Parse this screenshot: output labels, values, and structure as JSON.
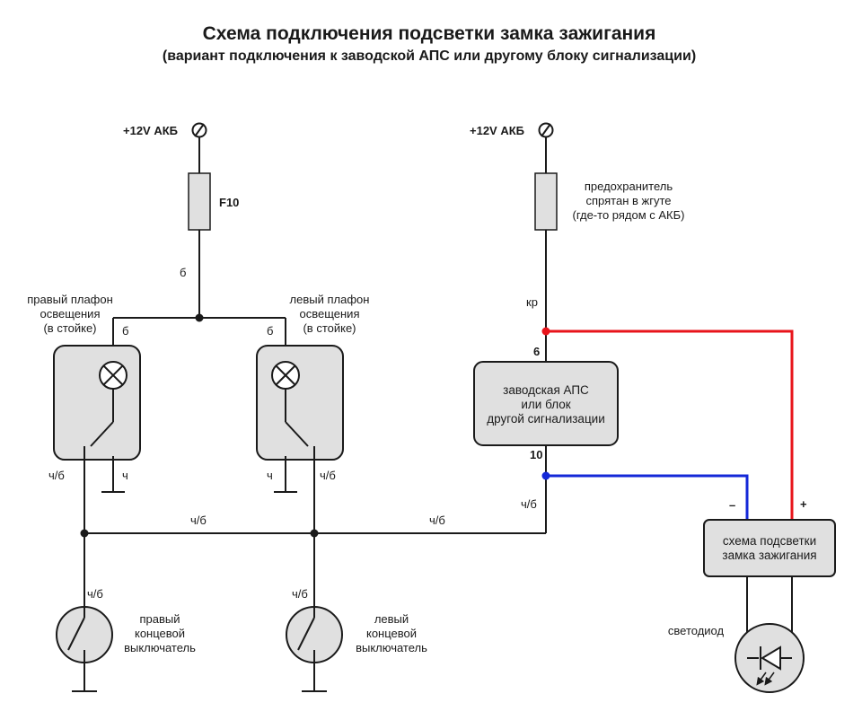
{
  "title": "Схема подключения подсветки замка зажигания",
  "subtitle": "(вариант подключения к заводской АПС или другому блоку сигнализации)",
  "colors": {
    "positive_wire": "#e8141b",
    "negative_wire": "#1428d8",
    "wire": "#1a1a1a",
    "box_fill": "#e0e0e0"
  },
  "left_circuit": {
    "power_label": "+12V АКБ",
    "fuse_label": "F10",
    "wire_after_fuse": "б",
    "right_lamp": {
      "label_lines": [
        "правый плафон",
        "освещения",
        "(в стойке)"
      ],
      "top_wire": "б",
      "bottom_left_wire": "ч/б",
      "bottom_right_wire": "ч"
    },
    "left_lamp": {
      "label_lines": [
        "левый плафон",
        "освещения",
        "(в стойке)"
      ],
      "top_wire": "б",
      "bottom_left_wire": "ч",
      "bottom_right_wire": "ч/б"
    },
    "bus_labels": [
      "ч/б",
      "ч/б"
    ],
    "right_switch": {
      "wire": "ч/б",
      "label_lines": [
        "правый",
        "концевой",
        "выключатель"
      ]
    },
    "left_switch": {
      "wire": "ч/б",
      "label_lines": [
        "левый",
        "концевой",
        "выключатель"
      ]
    }
  },
  "right_circuit": {
    "power_label": "+12V АКБ",
    "fuse_label_lines": [
      "предохранитель",
      "спрятан в жгуте",
      "(где-то рядом с АКБ)"
    ],
    "wire_after_fuse": "кр",
    "alarm_pin_top": "6",
    "alarm_pin_bottom": "10",
    "alarm_box_lines": [
      "заводская АПС",
      "или блок",
      "другой сигнализации"
    ],
    "wire_from_pin10": "ч/б",
    "module_box_lines": [
      "схема подсветки",
      "замка зажигания"
    ],
    "minus_label": "–",
    "plus_label": "+",
    "led_label": "светодиод"
  }
}
